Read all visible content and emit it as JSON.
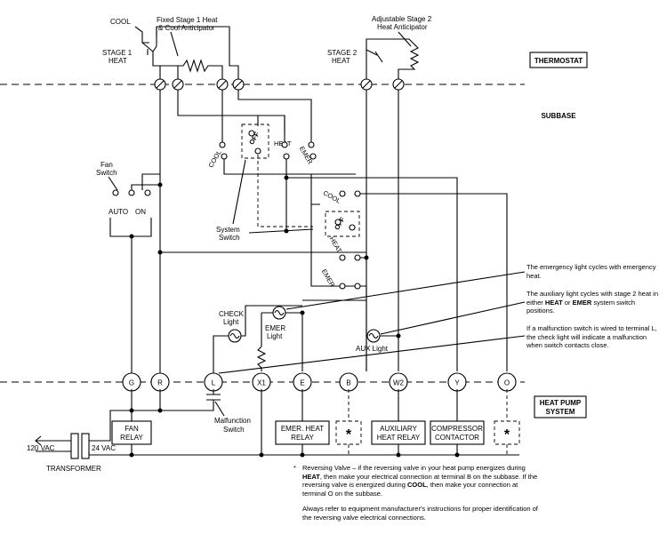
{
  "zones": {
    "thermostat": "THERMOSTAT",
    "subbase": "SUBBASE",
    "heat_pump_line1": "HEAT PUMP",
    "heat_pump_line2": "SYSTEM"
  },
  "thermostat": {
    "cool": "COOL",
    "stage1_line1": "STAGE 1",
    "stage1_line2": "HEAT",
    "fixed_anticipator_line1": "Fixed Stage 1 Heat",
    "fixed_anticipator_line2": "& Cool Anticipator",
    "stage2_line1": "STAGE 2",
    "stage2_line2": "HEAT",
    "adjustable_line1": "Adjustable Stage 2",
    "adjustable_line2": "Heat Anticipator"
  },
  "subbase": {
    "cool": "COOL",
    "off": "OFF",
    "heat": "HEAT",
    "emer": "EMER",
    "fan_switch_line1": "Fan",
    "fan_switch_line2": "Switch",
    "auto": "AUTO",
    "on": "ON",
    "system_switch_line1": "System",
    "system_switch_line2": "Switch"
  },
  "lights": {
    "check_line1": "CHECK",
    "check_line2": "Light",
    "emer_line1": "EMER",
    "emer_line2": "Light",
    "aux": "AUX Light"
  },
  "terminals": [
    "G",
    "R",
    "L",
    "X1",
    "E",
    "B",
    "W2",
    "Y",
    "O"
  ],
  "components": {
    "fan_relay_line1": "FAN",
    "fan_relay_line2": "RELAY",
    "emer_relay_line1": "EMER. HEAT",
    "emer_relay_line2": "RELAY",
    "aux_relay_line1": "AUXILIARY",
    "aux_relay_line2": "HEAT RELAY",
    "compressor_line1": "COMPRESSOR",
    "compressor_line2": "CONTACTOR",
    "star": "*",
    "malfunction_line1": "Malfunction",
    "malfunction_line2": "Switch",
    "transformer": "TRANSFORMER",
    "vac120": "120 VAC",
    "vac24": "24 VAC"
  },
  "notes": {
    "emergency_light": "The emergency light cycles with emergency heat.",
    "aux_light_a": "The auxiliary light cycles with stage 2 heat in either ",
    "aux_light_heat": "HEAT",
    "aux_light_b": " or ",
    "aux_light_emer": "EMER",
    "aux_light_c": " system switch positions.",
    "malfunction": "If a malfunction switch is wired to terminal L, the check light will indicate a malfunction when switch contacts close."
  },
  "footnote": {
    "star": "*",
    "rv_title": "Reversing Valve",
    "rv_a": " – if the reversing valve in your heat pump energizes during ",
    "rv_heat": "HEAT",
    "rv_b": ", then make your electrical connection at terminal B on the subbase. If the reversing valve is energized during ",
    "rv_cool": "COOL",
    "rv_c": ", then make your connection at terminal O on the subbase.",
    "always": "Always refer to equipment manufacturer's instructions for proper identification of the reversing valve electrical connections."
  }
}
